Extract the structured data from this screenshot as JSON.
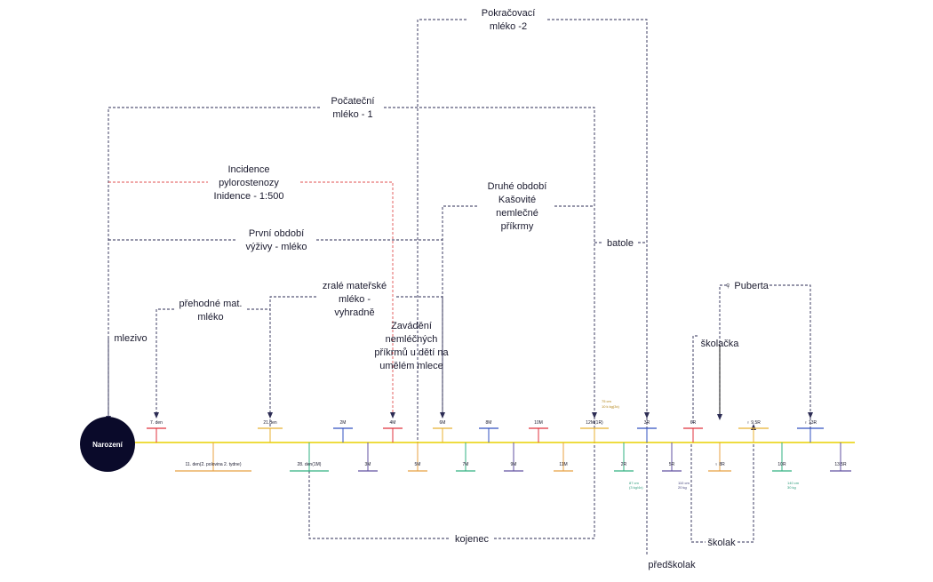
{
  "birth": {
    "label": "Narození"
  },
  "timeline": {
    "above": [
      {
        "label": "7. den",
        "color": "#e0303c"
      },
      {
        "label": "21.den",
        "color": "#e8b030"
      },
      {
        "label": "2M",
        "color": "#3050c0"
      },
      {
        "label": "4M",
        "color": "#e0303c"
      },
      {
        "label": "6M",
        "color": "#e8b030"
      },
      {
        "label": "8M",
        "color": "#3050c0"
      },
      {
        "label": "10M",
        "color": "#e0303c"
      },
      {
        "label": "12M(1R)",
        "color": "#e8b030"
      },
      {
        "label": "3R",
        "color": "#3050c0"
      },
      {
        "label": "6R",
        "color": "#e0303c"
      },
      {
        "label": "♀ 9.5R",
        "color": "#e8b030"
      },
      {
        "label": "♀ 13R",
        "color": "#3050c0"
      }
    ],
    "below": [
      {
        "label": "11. den(2. polovina 2. tydne)",
        "color": "#e8a040"
      },
      {
        "label": "28. den(1M)",
        "color": "#30b080"
      },
      {
        "label": "3M",
        "color": "#6050a0"
      },
      {
        "label": "5M",
        "color": "#e8a040"
      },
      {
        "label": "7M",
        "color": "#30b080"
      },
      {
        "label": "9M",
        "color": "#6050a0"
      },
      {
        "label": "11M",
        "color": "#e8a040"
      },
      {
        "label": "2R",
        "color": "#30b080"
      },
      {
        "label": "5R",
        "color": "#6050a0"
      },
      {
        "label": "♀ 8R",
        "color": "#e8a040"
      },
      {
        "label": "10R",
        "color": "#30b080"
      },
      {
        "label": "13.5R",
        "color": "#6050a0"
      }
    ],
    "axis_color": "#e8d000"
  },
  "notes": {
    "n12m": [
      "75 cm",
      "10 k kg(3x)"
    ],
    "n2r": [
      "87 cm",
      "(3 kg/4x)"
    ],
    "n5r": [
      "110 cm",
      "20 kg"
    ],
    "n10r": [
      "140 cm",
      "30 kg"
    ]
  },
  "labels": {
    "pokracovaci": [
      "Pokračovací",
      "mléko -2"
    ],
    "pocatecni": [
      "Počateční",
      "mléko - 1"
    ],
    "incidence": [
      "Incidence",
      "pylorostenozy",
      "Inidence - 1:500"
    ],
    "prvni": [
      "První období",
      "výživy - mléko"
    ],
    "druhe": [
      "Druhé období",
      "Kašovité",
      "nemlečné",
      "příkrmy"
    ],
    "batole": "batole",
    "puberta": "♀ Puberta",
    "zrale": [
      "zralé mateřské",
      "mléko -",
      "vyhradně"
    ],
    "prehodne": [
      "přehodné mat.",
      "mléko"
    ],
    "zavadeni": [
      "Zavádění",
      "nemléčných",
      "příkrmů u dětí na",
      "umělém mlece"
    ],
    "skolacka": "školačka",
    "mlezivo": "mlezivo",
    "kojenec": "kojenec",
    "skolak": "školak",
    "predskolak": "předškolak"
  },
  "colors": {
    "dark_navy": "#2c2c54",
    "dashed_red": "#e05050",
    "text": "#1a1a2e",
    "birth_fill": "#0a0a2a",
    "note_orange": "#b08010",
    "note_green": "#2a9a7a",
    "note_purple": "#40407a"
  }
}
